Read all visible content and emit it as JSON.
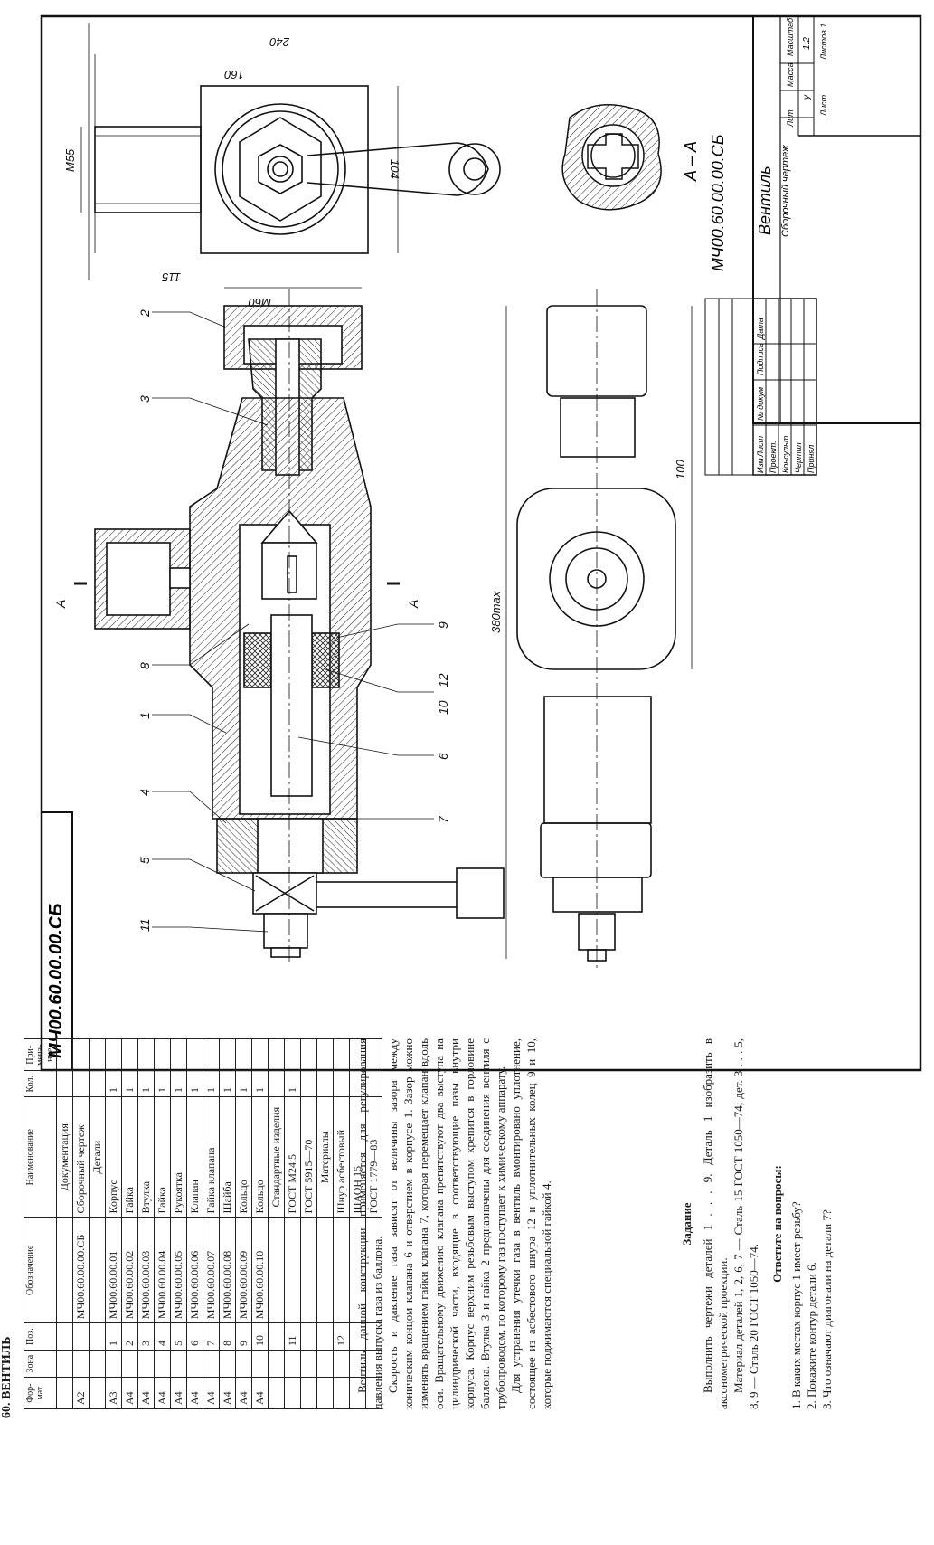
{
  "drawing": {
    "code_stamp": "МЧ00.60.00.00.СБ",
    "section_label": "А – А",
    "cut_mark": "А",
    "dims": {
      "len_240": "240",
      "len_160": "160",
      "len_115": "115",
      "len_104": "104",
      "thread_m55": "M55",
      "thread_m60": "M60",
      "len_100": "100",
      "len_380": "380max"
    },
    "positions": [
      "1",
      "2",
      "3",
      "4",
      "5",
      "6",
      "7",
      "8",
      "9",
      "10",
      "11",
      "12"
    ],
    "title_block": {
      "code": "МЧ00.60.00.00.СБ",
      "title": "Вентиль",
      "subtitle": "Сборочный чертеж",
      "lit": "Лит",
      "mass": "Масса",
      "scale": "Масштаб",
      "scale_value": "1:2",
      "u": "у",
      "sheet": "Лист",
      "sheets": "Листов 1",
      "rows": [
        "Изм",
        "Лист",
        "№ докум",
        "Подпись",
        "Дата"
      ],
      "roles": [
        "Проект.",
        "Консульт.",
        "Чертил",
        "Принял"
      ]
    }
  },
  "doc": {
    "heading": "60. ВЕНТИЛЬ",
    "spec_headers": [
      "Фор-мат",
      "Зона",
      "Поз.",
      "Обозначение",
      "Наименование",
      "Кол.",
      "При-меча-ние"
    ],
    "spec_sections": {
      "documentation": "Документация",
      "details": "Детали",
      "standard": "Стандартные изделия",
      "materials": "Материалы"
    },
    "doc_row": {
      "format": "А2",
      "code": "МЧ00.60.00.00.СБ",
      "name": "Сборочный чертеж"
    },
    "detail_rows": [
      {
        "format": "А3",
        "pos": "1",
        "code": "МЧ00.60.00.01",
        "name": "Корпус",
        "qty": "1"
      },
      {
        "format": "А4",
        "pos": "2",
        "code": "МЧ00.60.00.02",
        "name": "Гайка",
        "qty": "1"
      },
      {
        "format": "А4",
        "pos": "3",
        "code": "МЧ00.60.00.03",
        "name": "Втулка",
        "qty": "1"
      },
      {
        "format": "А4",
        "pos": "4",
        "code": "МЧ00.60.00.04",
        "name": "Гайка",
        "qty": "1"
      },
      {
        "format": "А4",
        "pos": "5",
        "code": "МЧ00.60.00.05",
        "name": "Рукоятка",
        "qty": "1"
      },
      {
        "format": "А4",
        "pos": "6",
        "code": "МЧ00.60.00.06",
        "name": "Клапан",
        "qty": "1"
      },
      {
        "format": "А4",
        "pos": "7",
        "code": "МЧ00.60.00.07",
        "name": "Гайка клапана",
        "qty": "1"
      },
      {
        "format": "А4",
        "pos": "8",
        "code": "МЧ00.60.00.08",
        "name": "Шайба",
        "qty": "1"
      },
      {
        "format": "А4",
        "pos": "9",
        "code": "МЧ00.60.00.09",
        "name": "Кольцо",
        "qty": "1"
      },
      {
        "format": "А4",
        "pos": "10",
        "code": "МЧ00.60.00.10",
        "name": "Кольцо",
        "qty": "1"
      }
    ],
    "standard_rows": [
      {
        "pos": "11",
        "name": "ГОСТ М24.5",
        "qty": "1"
      },
      {
        "pos": "",
        "name": "ГОСТ 5915—70",
        "qty": ""
      }
    ],
    "material_rows": [
      {
        "pos": "12",
        "name": "Шнур асбестовый"
      },
      {
        "pos": "",
        "name": "ШАОН 15"
      },
      {
        "pos": "",
        "name": "ГОСТ 1779—83"
      }
    ],
    "desc_p1": "Вентиль данной конструкции применяется для регулирования давления выпуска газа из баллона.",
    "desc_p2": "Скорость и давление газа зависят от величины зазора между коническим концом клапана 6 и отверстием в корпусе 1. Зазор можно изменять вращением гайки клапана 7, которая перемещает клапан вдоль оси. Вращательному движению клапана препятствуют два выступа на цилиндрической части, входящие в соответствующие пазы внутри корпуса. Корпус верхним резьбовым выступом крепится в горловине баллона. Втулка 3 и гайка 2 предназначены для соединения вентиля с трубопроводом, по которому газ поступает к химическому аппарату.",
    "desc_p3": "Для устранения утечки газа в вентиль вмонтировано уплотнение, состоящее из асбестового шнура 12 и уплотнительных колец 9 и 10, которые поджимаются специальной гайкой 4.",
    "task_title": "Задание",
    "task_p1": "Выполнить чертежи деталей 1 . . . 9. Деталь 1 изобразить в аксонометрической проекции.",
    "task_p2": "Материал деталей 1, 2, 6, 7 — Сталь 15 ГОСТ 1050—74; дет. 3 . . . 5, 8, 9 — Сталь 20 ГОСТ 1050—74.",
    "questions_title": "Ответьте на вопросы:",
    "questions": [
      "1. В каких местах корпус 1 имеет резьбу?",
      "2. Покажите контур детали 6.",
      "3. Что означают диагонали на детали 7?"
    ]
  }
}
